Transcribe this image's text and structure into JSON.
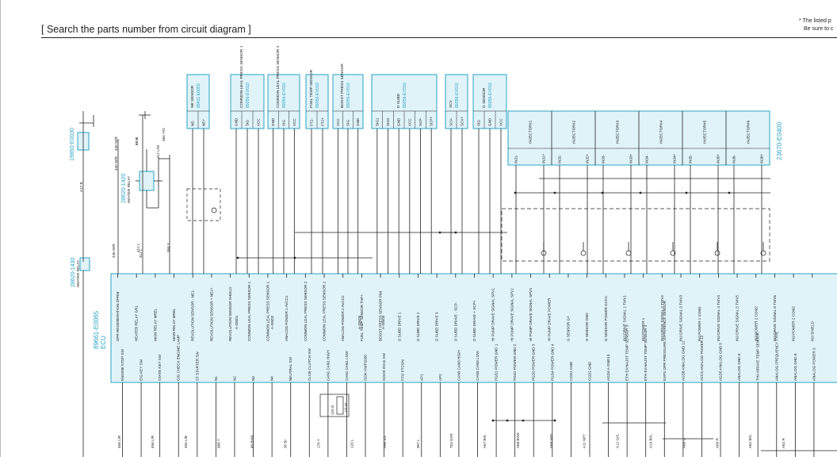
{
  "header": {
    "title": "[ Search the parts number from circuit diagram ]",
    "note_line1": "* The listed p",
    "note_line2": "Be sure to c"
  },
  "colors": {
    "accent": "#2ba3c4",
    "box_fill": "#dff3f9",
    "line": "#222222"
  },
  "connectors": [
    {
      "name": "NE SENSOR",
      "part": "89411-E0050",
      "pins": [
        "NE-",
        "NE+"
      ]
    },
    {
      "name": "COMMON LEAL PRESS SENSOR 1",
      "part": "89256-EV010",
      "pins": [
        "GND",
        "SIG",
        "VCC"
      ]
    },
    {
      "name": "COMMON LEAL PRESS SENSOR 2",
      "part": "89256-EV010",
      "pins": [
        "GND",
        "SIG",
        "VCC"
      ]
    },
    {
      "name": "FUEL TEMP SENSOR",
      "part": "89256-EV010",
      "pins": [
        "FT2-",
        "FT2+"
      ]
    },
    {
      "name": "BOOST PRESS SENSOR",
      "part": "89256-EV010",
      "pins": [
        "VCC",
        "SIG",
        "GND"
      ]
    },
    {
      "name": "D SUBD",
      "part": "89256-EV010",
      "pins": [
        "SIG1",
        "SIG2",
        "GND",
        "VCC",
        "SCP-",
        "SCP+"
      ]
    },
    {
      "name": "SCV",
      "part": "89256-EV010",
      "pins": [
        "SCV-",
        "SCV+"
      ]
    },
    {
      "name": "G SENSOR",
      "part": "89256-EV010",
      "pins": [
        "SIG",
        "GND",
        "VCC"
      ]
    }
  ],
  "injectors": {
    "part": "23670-E0400",
    "items": [
      {
        "name": "INJECTOR#1",
        "pins": [
          "INJ1-",
          "INJ1+"
        ]
      },
      {
        "name": "INJECTOR#2",
        "pins": [
          "INJ2-",
          "INJ2+"
        ]
      },
      {
        "name": "INJECTOR#3",
        "pins": [
          "INJ3-",
          "INJ3+"
        ]
      },
      {
        "name": "INJECTOR#4",
        "pins": [
          "INJ4-",
          "INJ4+"
        ]
      },
      {
        "name": "INJECTOR#5",
        "pins": [
          "INJ5-",
          "INJ5+"
        ]
      },
      {
        "name": "INJECTOR#6",
        "pins": [
          "INJ6-",
          "INJ6+"
        ]
      }
    ]
  },
  "side_parts": {
    "p1": "19850-E0030",
    "p2": "28620-1420",
    "p2_name": "HEATER RELAY",
    "p3": "28620-1430",
    "p3_name": "HEATER RELAY",
    "ecu": "89661-E0065",
    "ecu_label": "ECU"
  },
  "ecu_top_labels": [
    "DPR REGENERATION DPRM",
    "HEATER RELAY GR1",
    "MAIN RELAY MREL",
    "MAIN RELAY MREL",
    "REVOLUTION SENSOR - NE1-",
    "REVOLUTION SENSOR + NE1+",
    "REVOLUTION SENSOR SHIELD",
    "COMMON LEAL PRESS SENSOR 1",
    "COMMON LEAL PRESS SENSOR 1",
    "ANALOG POWER 1 AVCC1",
    "COMMON LEAL PRESS SENSOR 2",
    "COMMON LEAL PRESS SENSOR 2",
    "ANALOG POWER 2 AVCC2",
    "FUEL TEMP SENSOR THF+",
    "BOOST PRESS SENSOR PIM",
    "D SUBD DRIVE 1",
    "D SUBD DRIVE 2",
    "D SUBD DRIVE 3",
    "D SUBD DRAVE - SCP-",
    "D SUBD DRAVE + SCP+",
    "HI PUMP DRAVE SIGNAL SPV1",
    "HI PUMP DRAVE SIGNAL SPV2",
    "HI PUMP DRAVE SIGNAL SPV3",
    "HI PUMP DRAVE POWER",
    "G SENSOR G+",
    "G SENSOR GND",
    "G SENSOR POWER GVCC",
    "INJ DRIVE SIGNAL 1 TWV1",
    "INJ POWER 1",
    "INJ DRIVE SIGNAL 2 TWV2",
    "INJ DRIVE SIGNAL 3 TWV3",
    "INJ POWER 1 COM1",
    "INJ DRIVE SIGNAL 4 TWV4",
    "INJ DRIVE SIGNAL 5 TWV5",
    "INJ POWER 2 COM2",
    "INJ DRIVE SIGNAL 6 TWV6",
    "INJ POWER 2 COM2",
    "INJ SHIELD"
  ],
  "ecu_mid_labels": [
    "A-GND1",
    "A-GND2",
    "A-GND3",
    "A-GND4"
  ],
  "ecu_bottom_labels": [
    "ENGINE STOP SW",
    "E/G KEY SW",
    "STATE KEY SW",
    "C/G CHECK ENGINE LAMP",
    "ST STARTER SW",
    "N1",
    "N2",
    "N3",
    "N4",
    "NEUTRAL SW",
    "CLCB CLUTCH SW",
    "CAN1 CAN1 HIGH",
    "CAN1 CAN1 LOW",
    "ISOK KWP2000",
    "GOOK DIAG SW",
    "PTO PTCON",
    "AP1",
    "AP2",
    "CAN3 CAN3 HIGH",
    "CAN3 CAN3 LOW",
    "PGD1 POWER GND 1",
    "PGD2 POWER GND 2",
    "PGD3 POWER GND 3",
    "PGD4 POWER GND 4",
    "CGD1 GND",
    "CGD2 GND",
    "AGD4 A-GND13",
    "ETH EXHAUST TEMP SENSOR 3",
    "ETH EXHAUST TEMP SENSOR 4",
    "EXPS DPR PRESSURE DIFFERENCE SENSOR",
    "AGD8 ANALOG GND 12",
    "AVCS ANALOG POWER 12",
    "AGD5 ANALOG GND 5",
    "ANALOG GND 6",
    "THA INTAKE TEMP SENSOR",
    "ANALOG FREQUENCY TYPE",
    "ANALOG GND 8",
    "ANALOG POWER 3"
  ],
  "wires_top": [
    "440 W/R",
    "440 W/R",
    "412 L/W",
    "384 Y/G",
    "A17 B",
    "E0 B",
    "E0 B",
    "412 L",
    "384 Y",
    "446 W/R",
    "412 L"
  ],
  "wires_bottom": [
    "456 L/R",
    "456 L/R",
    "450 L/B",
    "988 Y",
    "48 Br/W",
    "35 Br",
    "170 Y",
    "120 L",
    "A90 V/L",
    "987 L",
    "753 Gr/R",
    "A67 Br/L",
    "A68 Br/W",
    "A69 W/G",
    "A11 W/Y",
    "A12 Gr/L",
    "A14 Br/L",
    "A68 G",
    "A69 R",
    "A62 Br/L",
    "A62 R"
  ],
  "resistor": {
    "label": "120 Ω",
    "sub": "1/2 W"
  }
}
